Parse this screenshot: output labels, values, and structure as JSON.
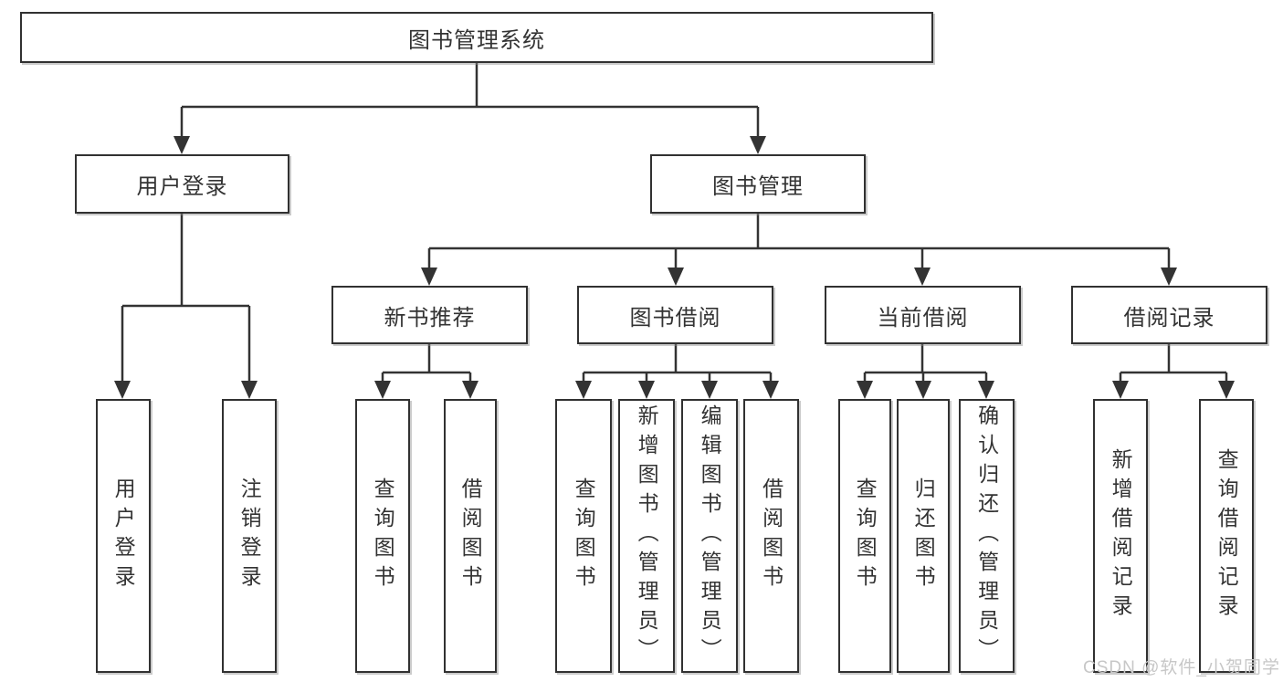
{
  "title": "图书管理系统",
  "watermark": "CSDN @软件_小贺同学",
  "colors": {
    "line": "#333333",
    "box_border": "#313131",
    "box_bg": "#ffffff",
    "text": "#333333",
    "watermark": "#c7c7c7"
  },
  "tree": {
    "root": {
      "label": "图书管理系统"
    },
    "branches": [
      {
        "label": "用户登录",
        "children": [
          {
            "label": "用户登录"
          },
          {
            "label": "注销登录"
          }
        ]
      },
      {
        "label": "图书管理",
        "children": [
          {
            "label": "新书推荐",
            "children": [
              {
                "label": "查询图书"
              },
              {
                "label": "借阅图书"
              }
            ]
          },
          {
            "label": "图书借阅",
            "children": [
              {
                "label": "查询图书"
              },
              {
                "label": "新增图书（管理员）"
              },
              {
                "label": "编辑图书（管理员）"
              },
              {
                "label": "借阅图书"
              }
            ]
          },
          {
            "label": "当前借阅",
            "children": [
              {
                "label": "查询图书"
              },
              {
                "label": "归还图书"
              },
              {
                "label": "确认归还（管理员）"
              }
            ]
          },
          {
            "label": "借阅记录",
            "children": [
              {
                "label": "新增借阅记录"
              },
              {
                "label": "查询借阅记录"
              }
            ]
          }
        ]
      }
    ]
  }
}
